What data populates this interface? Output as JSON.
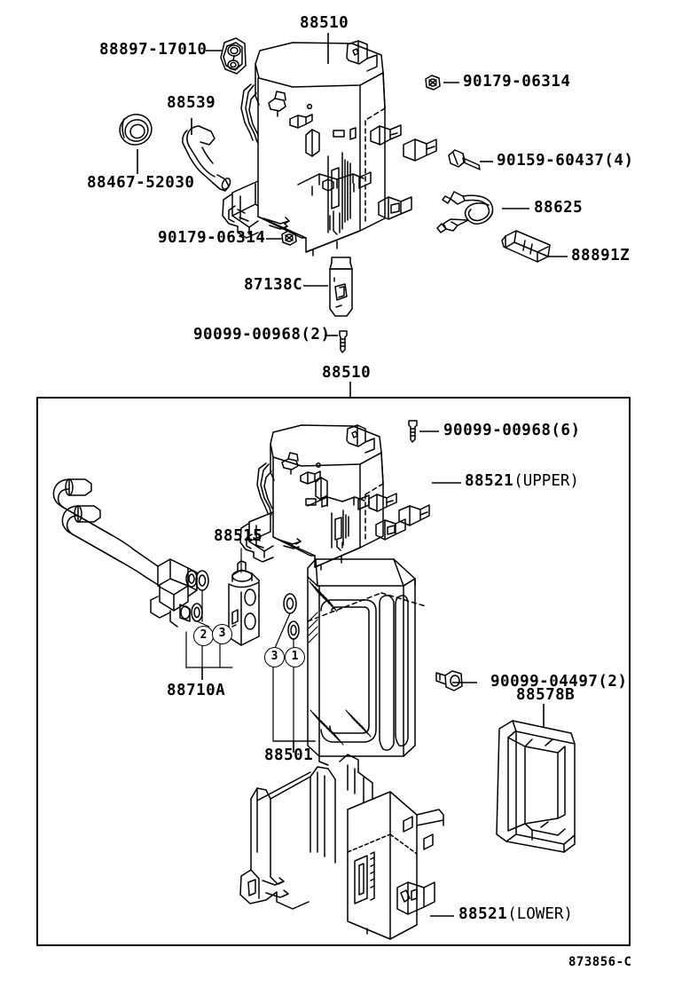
{
  "diagram": {
    "title": "88510",
    "footer_code": "873856-C",
    "line_color": "#000000",
    "background": "#ffffff"
  },
  "upper_section": {
    "title_label": "88510",
    "callouts": [
      {
        "id": "88897-17010",
        "text": "88897-17010"
      },
      {
        "id": "88539",
        "text": "88539"
      },
      {
        "id": "88467-52030",
        "text": "88467-52030"
      },
      {
        "id": "90179-06314-top",
        "text": "90179-06314"
      },
      {
        "id": "90159-60437",
        "text": "90159-60437(4)"
      },
      {
        "id": "88625",
        "text": "88625"
      },
      {
        "id": "88891Z",
        "text": "88891Z"
      },
      {
        "id": "90179-06314-bottom",
        "text": "90179-06314"
      },
      {
        "id": "87138C",
        "text": "87138C"
      },
      {
        "id": "90099-00968-2",
        "text": "90099-00968(2)"
      }
    ]
  },
  "lower_section": {
    "title_label": "88510",
    "callouts": [
      {
        "id": "90099-00968-6",
        "text": "90099-00968(6)"
      },
      {
        "id": "88521-upper",
        "number": "88521",
        "suffix": "(UPPER)"
      },
      {
        "id": "88515",
        "text": "88515"
      },
      {
        "id": "88710A",
        "text": "88710A"
      },
      {
        "id": "88501",
        "text": "88501"
      },
      {
        "id": "90099-04497",
        "text": "90099-04497(2)"
      },
      {
        "id": "88578B",
        "text": "88578B"
      },
      {
        "id": "88521-lower",
        "number": "88521",
        "suffix": "(LOWER)"
      }
    ],
    "circled_numbers": [
      {
        "id": "c2",
        "value": "2",
        "group": "88710A"
      },
      {
        "id": "c3a",
        "value": "3",
        "group": "88710A"
      },
      {
        "id": "c3b",
        "value": "3",
        "group": "88501"
      },
      {
        "id": "c1",
        "value": "1",
        "group": "88501"
      }
    ]
  }
}
